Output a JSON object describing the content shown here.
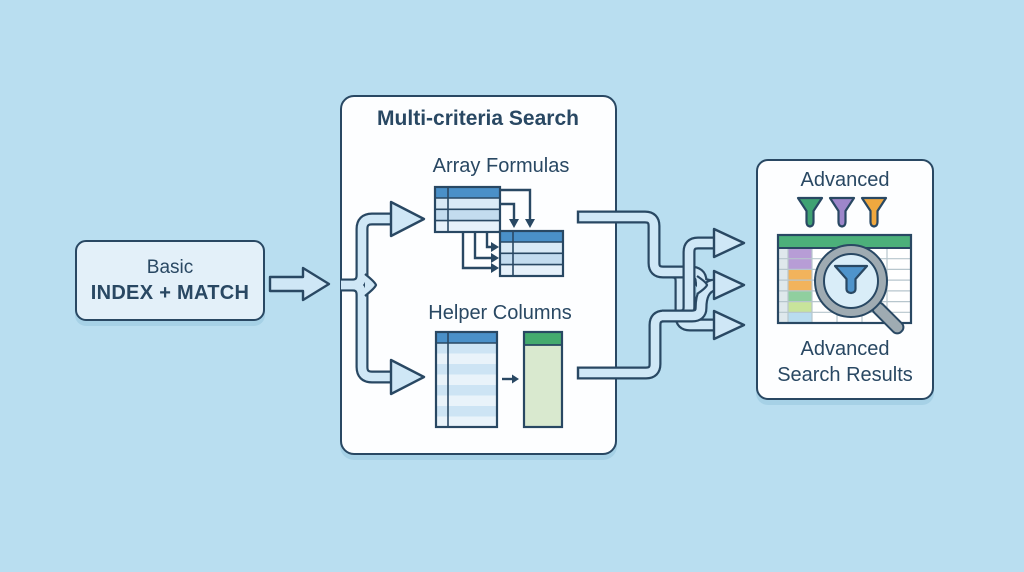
{
  "diagram_title": "INDEX + MATCH progression diagram",
  "left_box": {
    "line1": "Basic",
    "line2": "INDEX + MATCH"
  },
  "center_box": {
    "title": "Multi-criteria Search",
    "array_section_label": "Array Formulas",
    "helper_section_label": "Helper Columns"
  },
  "right_box": {
    "header": "Advanced",
    "caption_line1": "Advanced",
    "caption_line2": "Search Results"
  },
  "flow": [
    "Basic INDEX + MATCH -> Multi-criteria Search",
    "Multi-criteria Search -> Array Formulas",
    "Multi-criteria Search -> Helper Columns",
    "Array Formulas -> Advanced Search Results",
    "Helper Columns -> Advanced Search Results"
  ],
  "icons": {
    "array_formulas": "two-linked-spreadsheet-tables-with-arrows",
    "helper_columns": "spreadsheet-table-arrow-green-column",
    "filter_funnels": [
      "green",
      "purple",
      "orange"
    ],
    "results": "table-with-green-header-and-magnifier-with-blue-funnel"
  },
  "palette": {
    "background": "#b9def0",
    "outline_navy": "#294863",
    "box_fill_light": "#e3f0f9",
    "box_fill_white": "#fdfeff",
    "pipe_fill": "#cfe7f6",
    "shadow": "#a6d1e6",
    "table_header_blue": "#4a90c8",
    "row_light": "#e6f1fa",
    "row_medium": "#c3dcef",
    "green_header": "#44aa6e",
    "green_body": "#d9e9cf",
    "results_header_green": "#4cb07a",
    "funnel_green": "#3fa273",
    "funnel_purple": "#9d86ca",
    "funnel_orange": "#f0a83f",
    "cell_purple": "#b79dd6",
    "cell_orange": "#f2b35c",
    "cell_green": "#90cf9f",
    "cell_lightgreen": "#c8e49b",
    "cell_lightblue": "#b9dcef",
    "cell_gray": "#dfe8ec",
    "magnifier_gray": "#9fabb2",
    "lens_fill": "#d9edf8",
    "lens_funnel_blue": "#4f94cb"
  }
}
